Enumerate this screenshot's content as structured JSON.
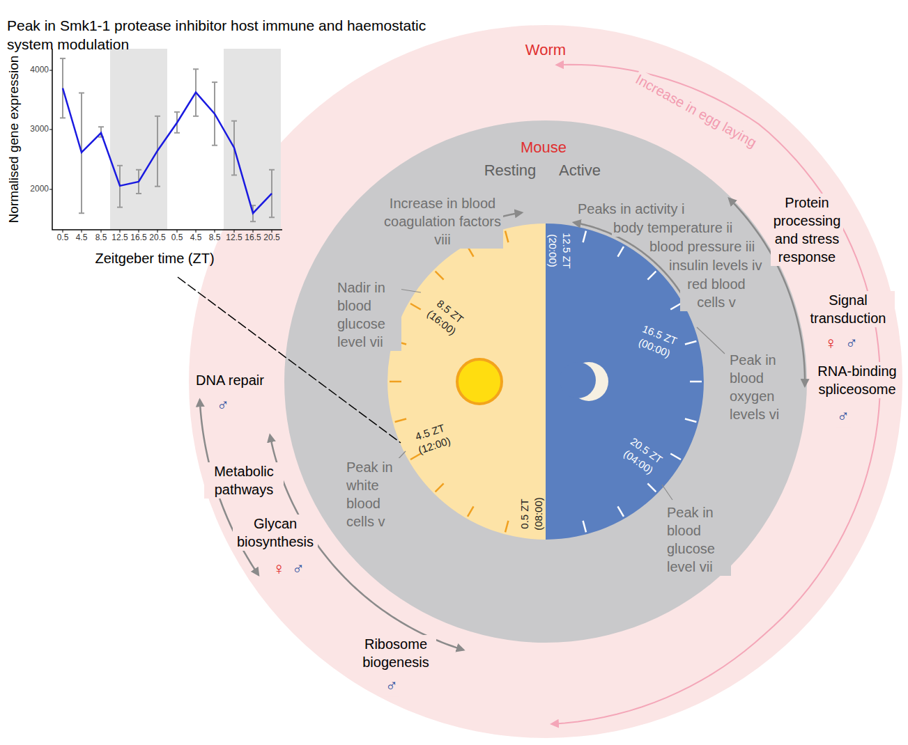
{
  "diagram": {
    "nodes": [
      {
        "text": [
          "Peak in Smk1-1 protease inhibitor host immune and haemostatic system modulation",
          "Normalised gene expression",
          "Zeitgeber time (ZT)"
        ]
      },
      {
        "text": [
          "Worm"
        ]
      },
      {
        "text": [
          "Mouse",
          "Resting",
          "Active"
        ],
        "in": 1
      },
      {
        "text": [
          "4.5 ZT (12:00)",
          "8.5 ZT (16:00)",
          "0.5 ZT (08:00)"
        ],
        "in": 2
      },
      {
        "text": [
          "12.5 ZT (20:00)",
          "16.5 ZT (00:00)",
          "20.5 ZT (04:00)"
        ],
        "in": 2
      }
    ],
    "labels": [
      "4000",
      "3000",
      "2000",
      "0.5",
      "4.5",
      "8.5",
      "12.5",
      "16.5",
      "20.5",
      "0.5",
      "4.5",
      "8.5",
      "12.5",
      "16.5",
      "20.5",
      "Increase in blood coagulation factors viii",
      "Peaks in activity i",
      "body temperature ii",
      "blood pressure iii",
      "insulin levels iv",
      "red blood cells v",
      "Peak in blood oxygen levels vi",
      "Peak in blood glucose level vii",
      "Peak in white blood cells v",
      "Nadir in blood glucose level vii",
      "Protein processing and stress response",
      "Signal transduction",
      "♀",
      "♂",
      "RNA-binding spliceosome",
      "♂",
      "DNA repair",
      "♂",
      "Metabolic pathways",
      "Glycan biosynthesis",
      "♀",
      "♂",
      "Ribosome biogenesis",
      "♂",
      "Increase in egg laying"
    ]
  }
}
